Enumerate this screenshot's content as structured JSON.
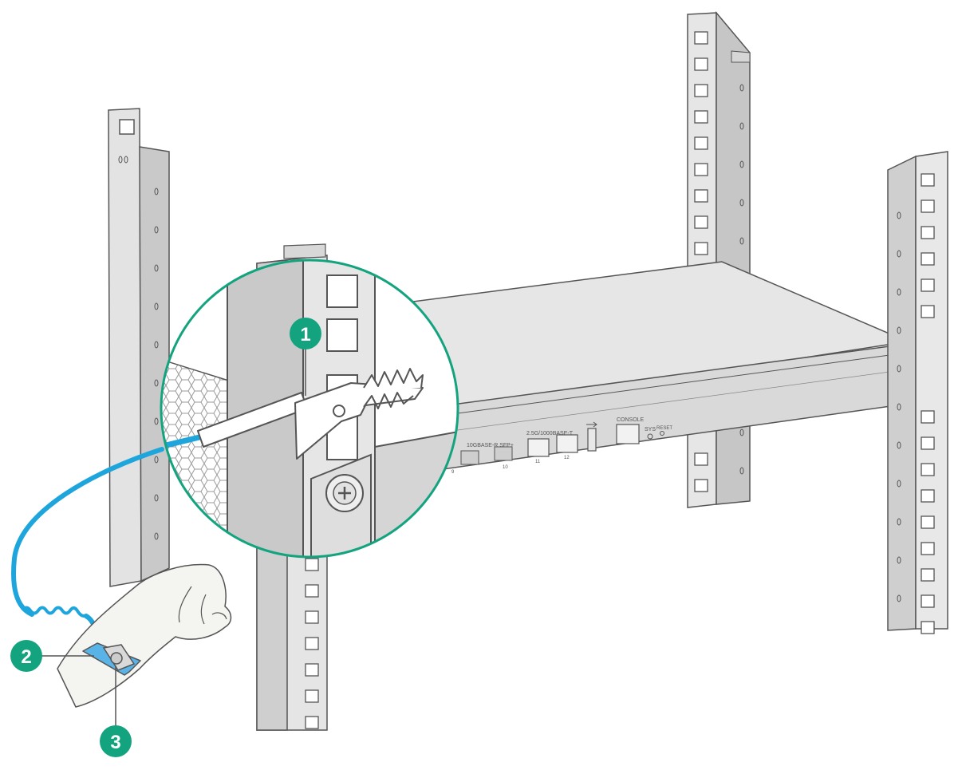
{
  "colors": {
    "accent": "#14a37f",
    "cable": "#1ea6dc",
    "strap": "#5ab3e6",
    "rail": "#cfcfcf",
    "rail_dark": "#a9a9a9",
    "device": "#dcdcdc",
    "stroke": "#555555"
  },
  "callouts": [
    {
      "num": "1",
      "target": "alligator-clip"
    },
    {
      "num": "2",
      "target": "wrist-strap"
    },
    {
      "num": "3",
      "target": "strap-snap"
    }
  ],
  "panel_labels": {
    "sfp_group": "10GBASE-R SFP+",
    "port_9": "9",
    "port_10": "10",
    "copper_group": "2.5G/1000BASE-T",
    "port_11": "11",
    "port_12": "12",
    "console": "CONSOLE",
    "sys": "SYS",
    "reset": "RESET"
  }
}
